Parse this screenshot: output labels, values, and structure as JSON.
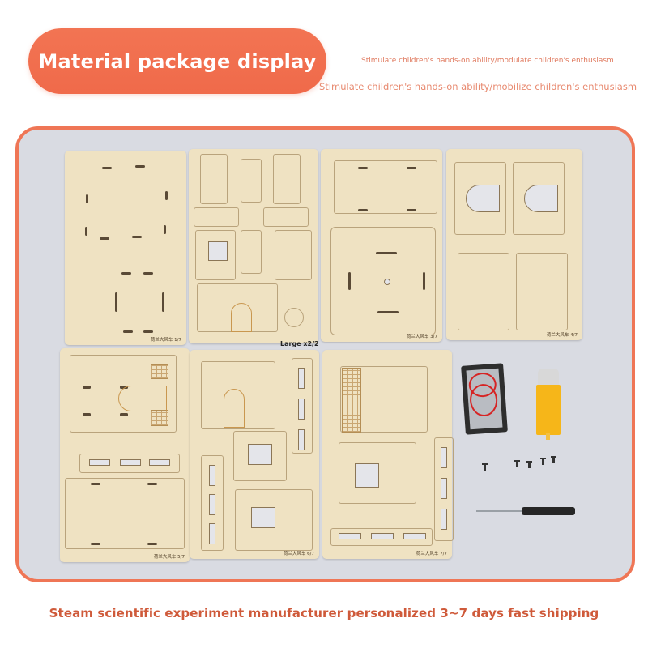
{
  "header": {
    "title": "Material package display",
    "subtitle_small": "Stimulate children's hands-on ability/modulate children's enthusiasm",
    "subtitle_large": "Stimulate children's hands-on ability/mobilize children's enthusiasm"
  },
  "colors": {
    "accent": "#ef7656",
    "pill": "#f06a4a",
    "frame_bg": "#d9dbe2",
    "wood": "#efe2c2",
    "footer_text": "#cf5a3a"
  },
  "sheets": [
    {
      "id": 1,
      "label": "荷兰大风车  1/7"
    },
    {
      "id": 2,
      "label": "Large x2/2"
    },
    {
      "id": 3,
      "label": "荷兰大风车  3/7"
    },
    {
      "id": 4,
      "label": "荷兰大风车  4/7"
    },
    {
      "id": 5,
      "label": "荷兰大风车  5/7"
    },
    {
      "id": 6,
      "label": "荷兰大风车  6/7"
    },
    {
      "id": 7,
      "label": "荷兰大风车  7/7"
    }
  ],
  "components": [
    "battery-box",
    "gear-motor",
    "screws",
    "screwdriver"
  ],
  "footer": {
    "text": "Steam scientific experiment manufacturer personalized 3~7 days fast shipping"
  }
}
